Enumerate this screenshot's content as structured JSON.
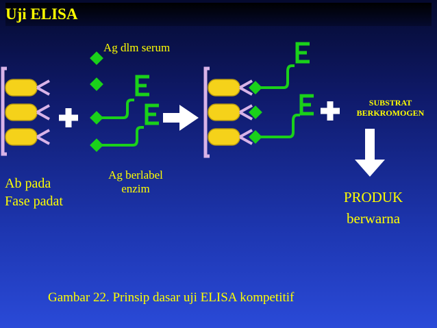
{
  "title": "Uji ELISA",
  "labels": {
    "ag_serum": "Ag dlm serum",
    "ag_berlabel_line1": "Ag berlabel",
    "ag_berlabel_line2": "enzim",
    "ab_pada_line1": "Ab pada",
    "ab_pada_line2": "Fase padat",
    "substrat_line1": "SUBSTRAT",
    "substrat_line2": "BERKROMOGEN",
    "produk_line1": "PRODUK",
    "produk_line2": "berwarna",
    "enzyme_symbol": "E"
  },
  "caption": "Gambar 22. Prinsip dasar uji ELISA kompetitif",
  "colors": {
    "text_yellow": "#ffff00",
    "antibody_yellow": "#f5d21a",
    "antibody_outline": "#d8b3e8",
    "antigen_green": "#1ad11a",
    "arrow_white": "#ffffff"
  }
}
